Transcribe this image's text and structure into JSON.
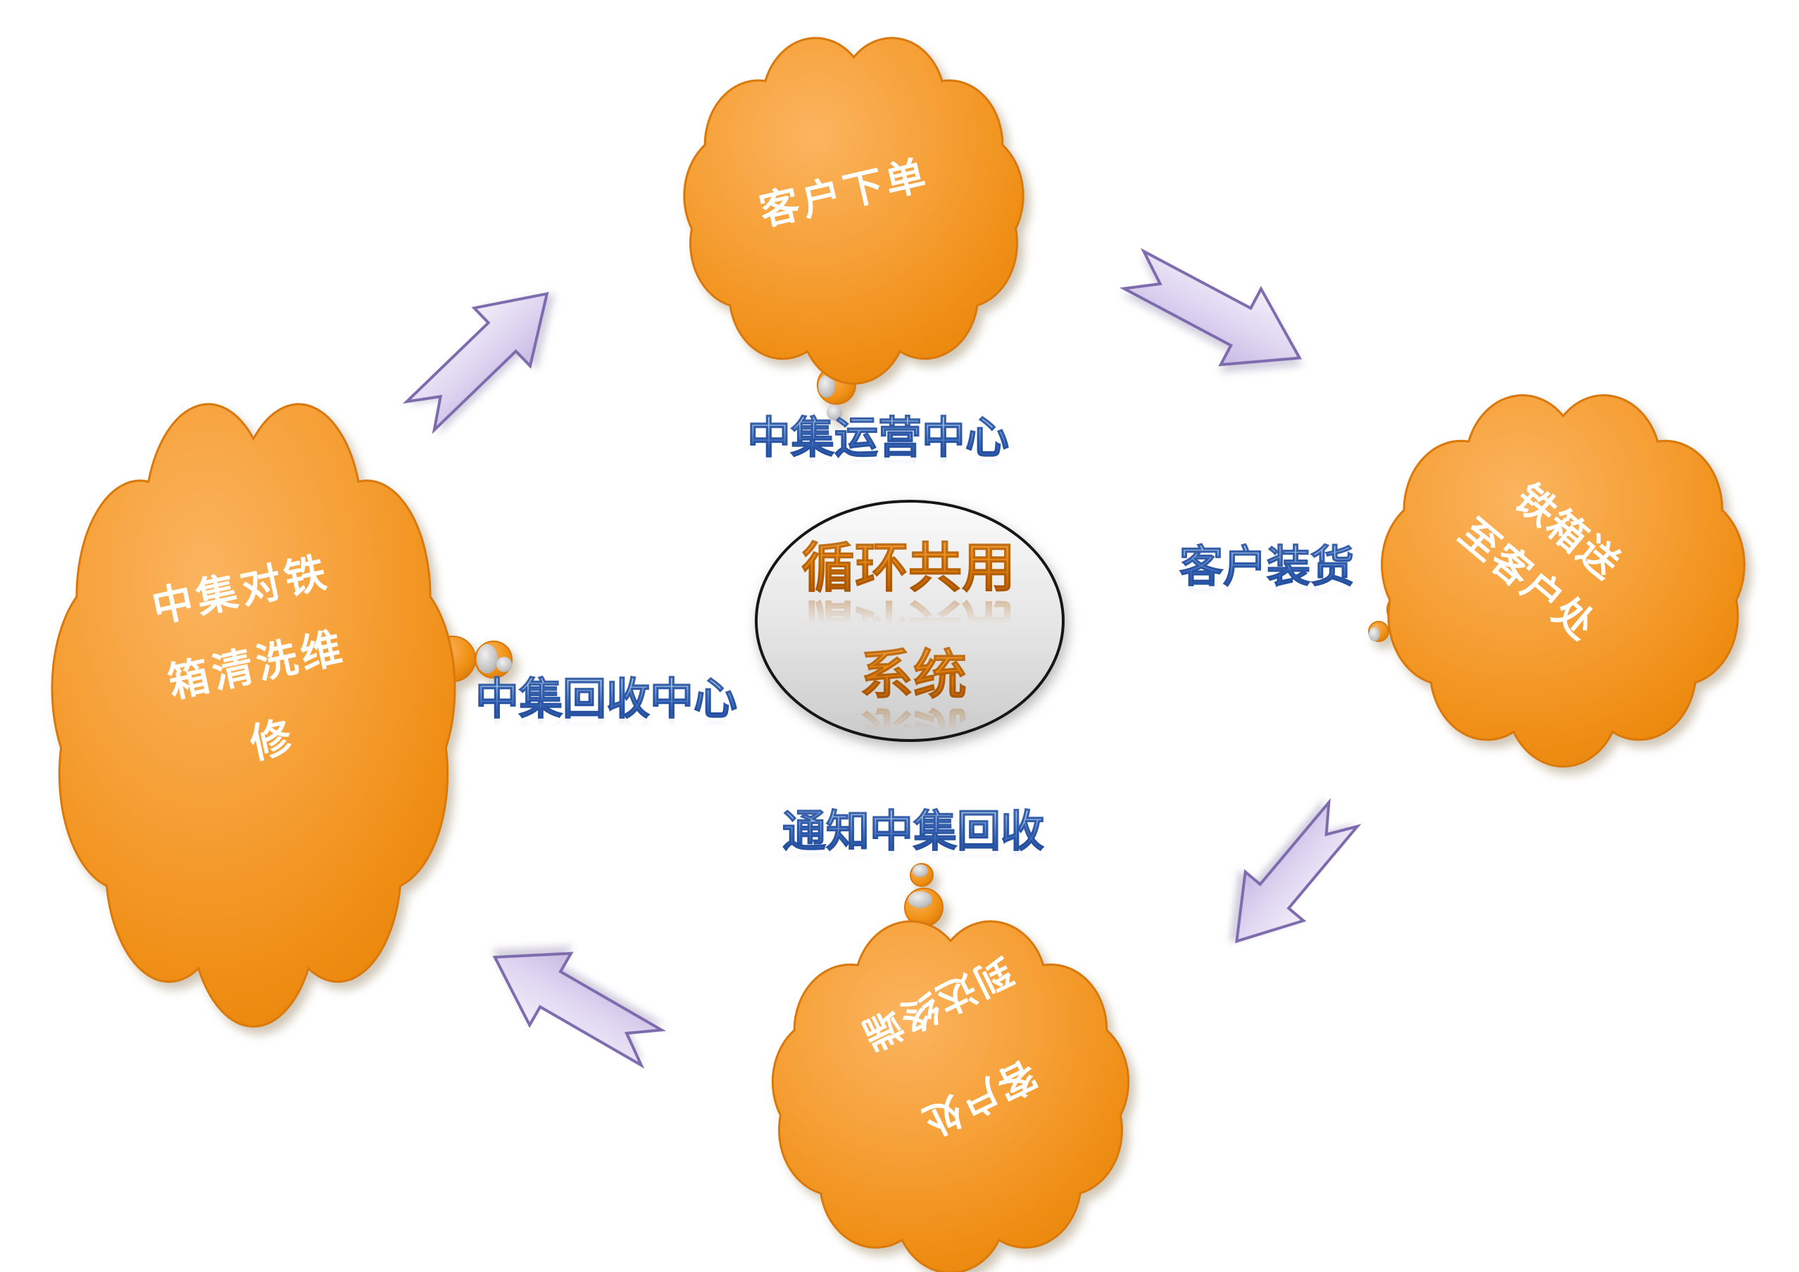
{
  "diagram": {
    "type": "cycle",
    "center": {
      "text": "循环共用系统",
      "lines": [
        "循环共用",
        "系统"
      ]
    },
    "nodes": {
      "top": {
        "text": "客户下单",
        "lines": [
          "客户下单"
        ],
        "label": "中集运营中心"
      },
      "right": {
        "text": "铁箱送至客户处",
        "lines": [
          "铁箱送",
          "至客户处"
        ],
        "label": "客户装货"
      },
      "bottom": {
        "text": "到达终端客户处",
        "lines": [
          "到达终端",
          "客户处"
        ],
        "label": "通知中集回收"
      },
      "left": {
        "text": "中集对铁箱清洗维修",
        "lines": [
          "中集对铁",
          "箱清洗维",
          "修"
        ],
        "label": "中集回收中心"
      }
    },
    "arrows": [
      {
        "from": "top",
        "to": "right"
      },
      {
        "from": "right",
        "to": "bottom"
      },
      {
        "from": "bottom",
        "to": "left"
      },
      {
        "from": "left",
        "to": "top"
      }
    ],
    "colors": {
      "cloud_fill": "#F49A2C",
      "cloud_stroke": "#D9780B",
      "arrow_fill": "#D6CBEC",
      "arrow_stroke": "#7D6BAD",
      "label_blue": "#3F6EC0",
      "center_text_orange": "#D9750B",
      "ellipse_fill": "#E3E3E3",
      "cloud_text_white": "#FFFFFF"
    }
  }
}
